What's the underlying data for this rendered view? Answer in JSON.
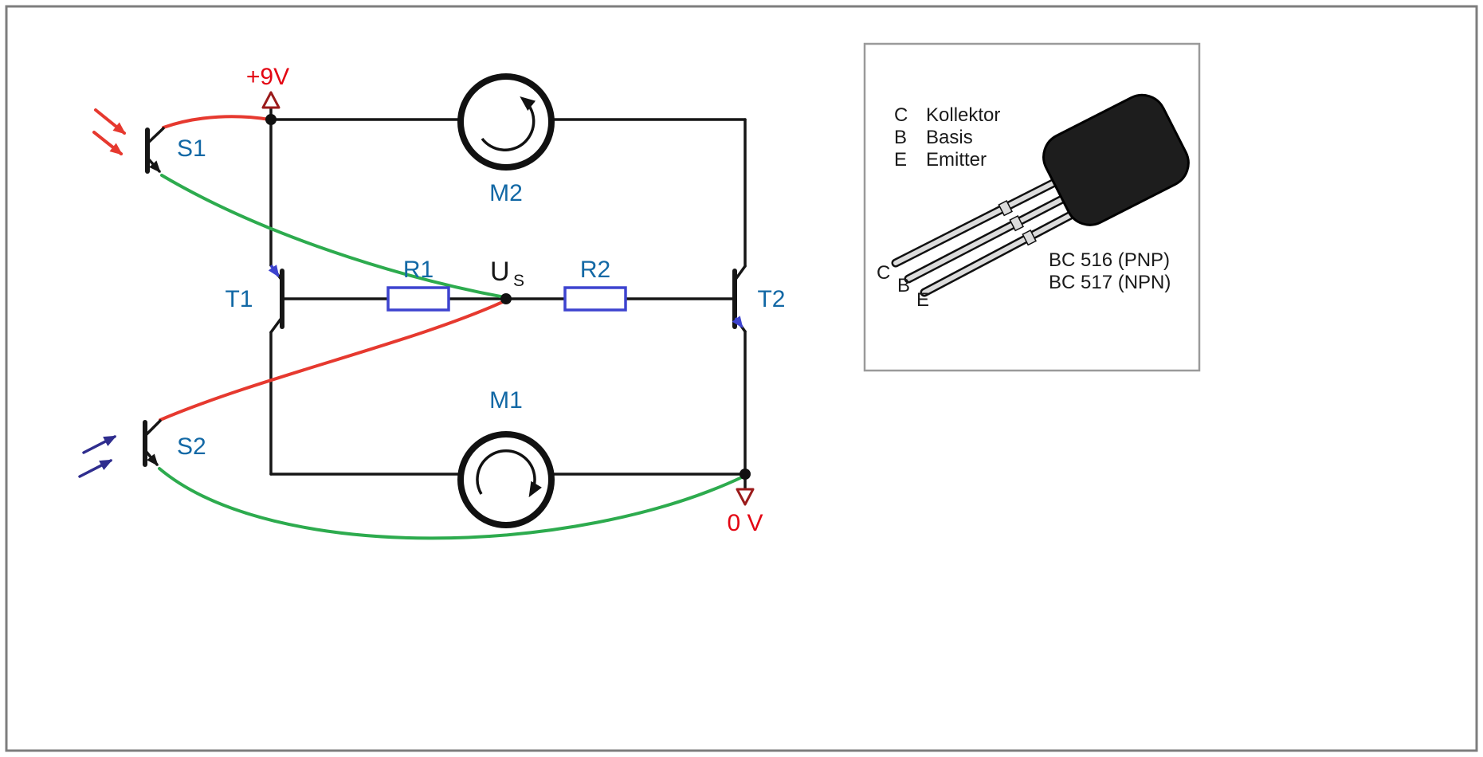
{
  "palette": {
    "wire_red": "#e6392f",
    "wire_green": "#2dab4e",
    "label_blue": "#1268a5",
    "label_red": "#e30613",
    "component_blue": "#3d43cf",
    "light_arrow_navy": "#2f2d8e",
    "supply_triangle_red": "#9b1b1b",
    "black": "#161616"
  },
  "circuit": {
    "supply_pos_label": "+9V",
    "supply_neg_label": "0 V",
    "node_voltage_main": "U",
    "node_voltage_sub": "S",
    "phototransistors": {
      "s1": "S1",
      "s2": "S2"
    },
    "transistors": {
      "t1": "T1",
      "t2": "T2"
    },
    "resistors": {
      "r1": "R1",
      "r2": "R2"
    },
    "motors": {
      "m1": "M1",
      "m2": "M2"
    }
  },
  "inset": {
    "pin_legend": [
      {
        "pin": "C",
        "name": "Kollektor"
      },
      {
        "pin": "B",
        "name": "Basis"
      },
      {
        "pin": "E",
        "name": "Emitter"
      }
    ],
    "lead_labels": {
      "c": "C",
      "b": "B",
      "e": "E"
    },
    "part_numbers": [
      "BC 516 (PNP)",
      "BC 517 (NPN)"
    ]
  }
}
